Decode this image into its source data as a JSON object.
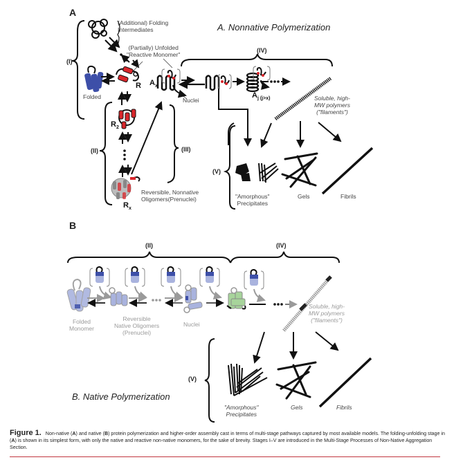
{
  "figure": {
    "panel_a": {
      "letter": "A",
      "title": "A.  Nonnative Polymerization",
      "labels": {
        "folding_intermediates_1": "(Additional) Folding",
        "folding_intermediates_2": "Intermediates",
        "reactive_monomer_1": "(Partially) Unfolded",
        "reactive_monomer_2": "\"Reactive Monomer\"",
        "folded": "Folded",
        "r": "R",
        "r2": "R",
        "r2_sub": "2",
        "rx": "R",
        "rx_sub": "x",
        "ax": "A",
        "ax_sub": "x",
        "aj": "A",
        "aj_sub": "j (j>x)",
        "nuclei": "Nuclei",
        "oligomers_1": "Reversible, Nonnative",
        "oligomers_2": "Oligomers(Prenuclei)",
        "soluble_1": "Soluble, high-",
        "soluble_2": "MW polymers",
        "soluble_3": "(\"filaments\")",
        "amorphous_1": "\"Amorphous\"",
        "amorphous_2": "Precipitates",
        "gels": "Gels",
        "fibrils": "Fibrils"
      },
      "stages": {
        "I": "(I)",
        "II": "(II)",
        "III": "(III)",
        "IV": "(IV)",
        "V": "(V)"
      }
    },
    "panel_b": {
      "letter": "B",
      "title": "B.  Native Polymerization",
      "labels": {
        "folded_1": "Folded",
        "folded_2": "Monomer",
        "oligomers_1": "Reversible",
        "oligomers_2": "Native Oligomers",
        "oligomers_3": "(Prenuclei)",
        "nuclei": "Nuclei",
        "soluble_1": "Soluble, high-",
        "soluble_2": "MW polymers",
        "soluble_3": "(\"filaments\")",
        "amorphous_1": "\"Amorphous\"",
        "amorphous_2": "Precipitates",
        "gels": "Gels",
        "fibrils": "Fibrils"
      },
      "stages": {
        "II": "(II)",
        "IV": "(IV)",
        "V": "(V)"
      }
    },
    "colors": {
      "reactive_red": "#d9262b",
      "folded_blue": "#3d4fa8",
      "native_light_blue": "#a9b3de",
      "nucleus_green": "#a7d49b",
      "grey": "#9a9a9a",
      "caption_rule": "#c0363f"
    }
  },
  "caption": {
    "figure_label": "Figure 1.",
    "t1": "Non-native (",
    "a": "A",
    "t2": ") and native (",
    "b": "B",
    "t3": ") protein polymerization and higher-order assembly cast in terms of multi-stage pathways captured by most available models. The folding-unfolding stage in (",
    "a2": "A",
    "t4": ") is shown in its simplest form, with only the native and reactive non-native monomers, for the sake of brevity. Stages I–V are introduced in the Multi-Stage Processes of Non-Native Aggregation Section."
  }
}
